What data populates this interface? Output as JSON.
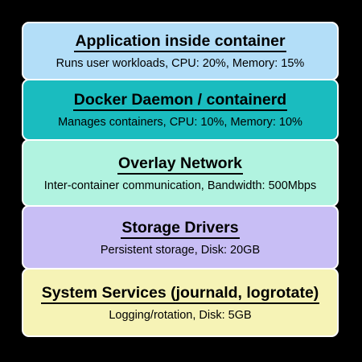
{
  "layers": [
    {
      "title": "Application inside container",
      "description": "Runs user workloads, CPU: 20%, Memory: 15%",
      "color": "#b3def8"
    },
    {
      "title": "Docker Daemon / containerd",
      "description": "Manages containers, CPU: 10%, Memory: 10%",
      "color": "#1abcbf"
    },
    {
      "title": "Overlay Network",
      "description": "Inter-container communication, Bandwidth: 500Mbps",
      "color": "#b1f3e0"
    },
    {
      "title": "Storage Drivers",
      "description": "Persistent storage, Disk: 20GB",
      "color": "#c8bef5"
    },
    {
      "title": "System Services (journald, logrotate)",
      "description": "Logging/rotation, Disk: 5GB",
      "color": "#f6f3b6"
    }
  ]
}
